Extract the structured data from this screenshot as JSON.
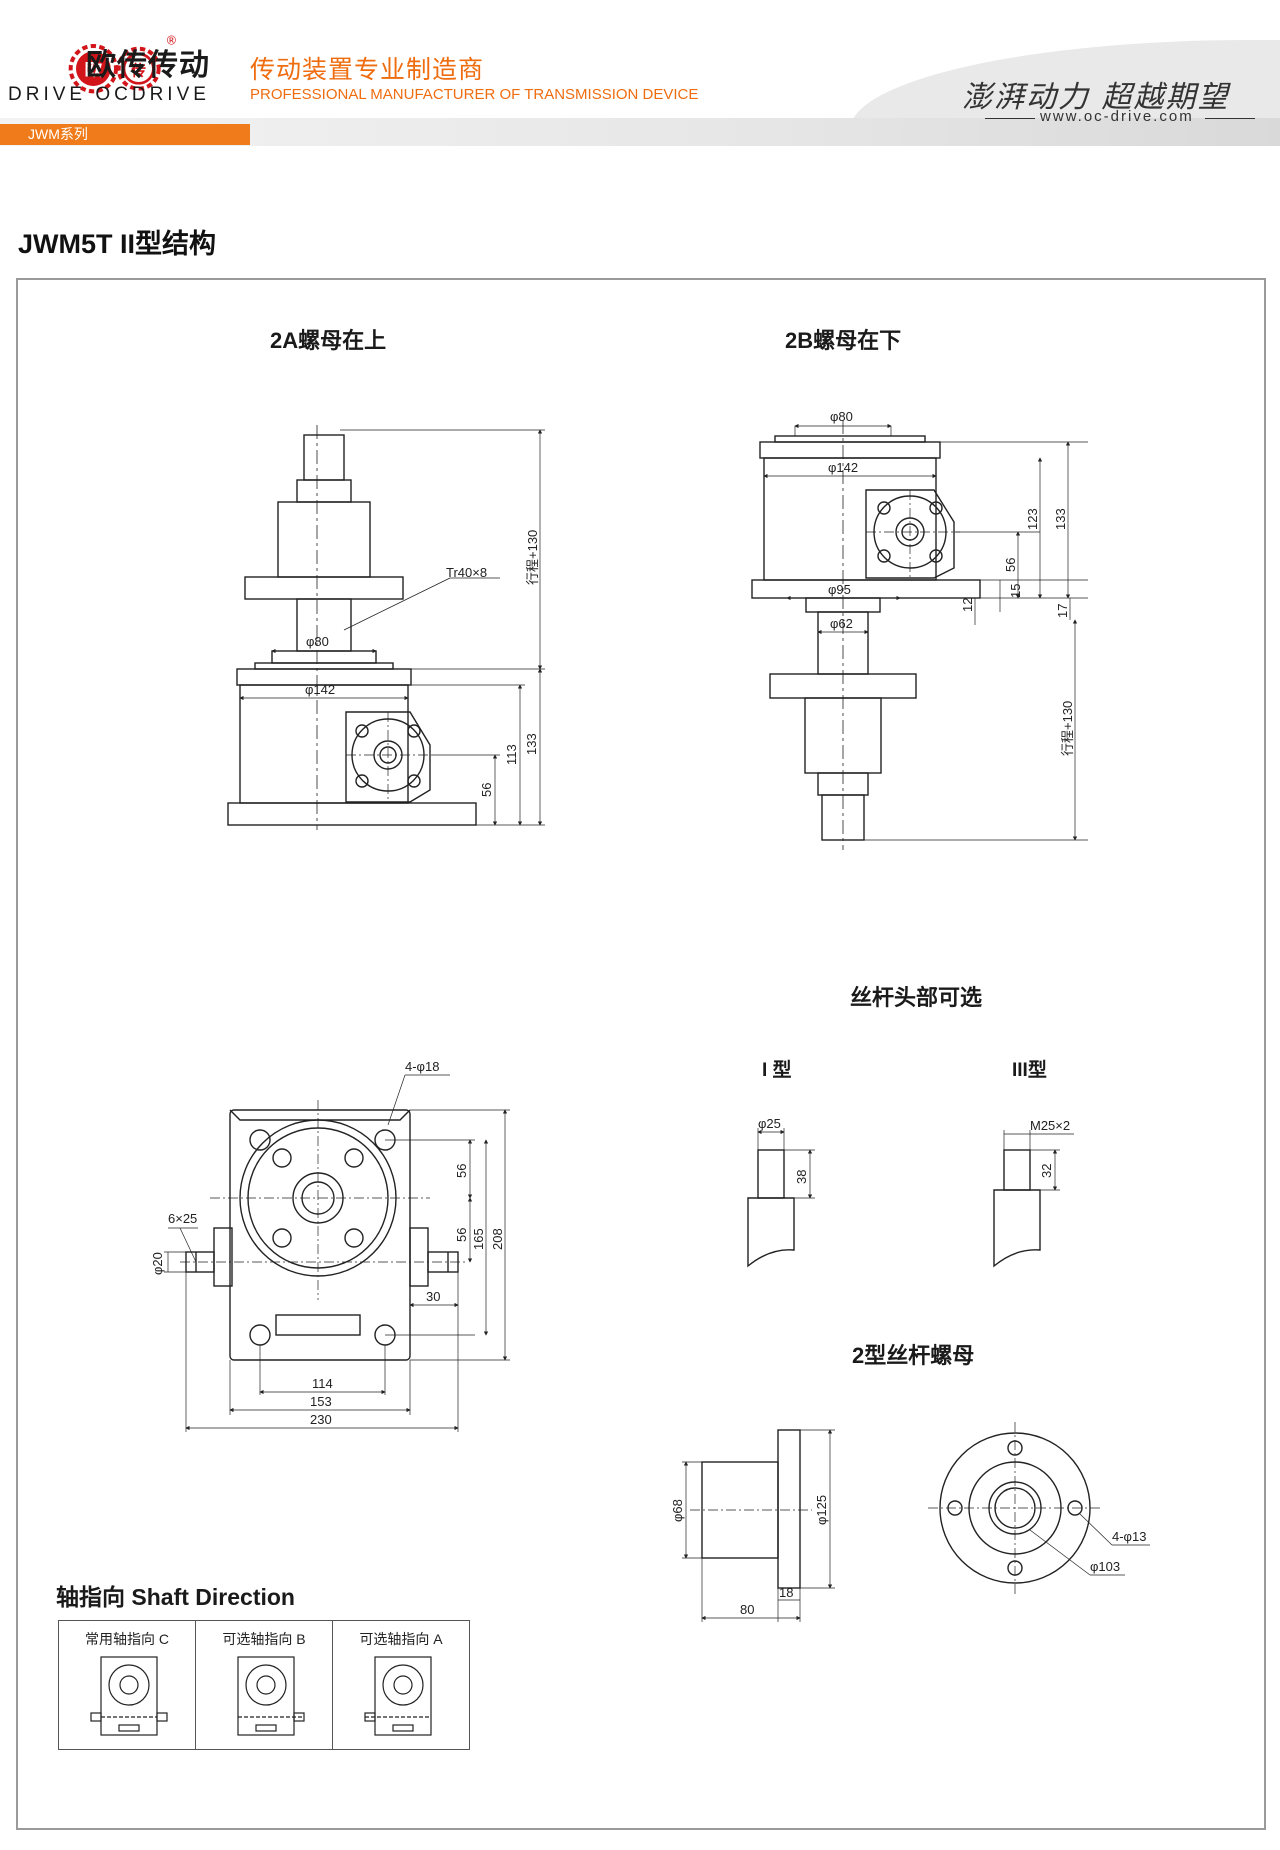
{
  "header": {
    "logo_badge_left": "欧",
    "logo_badge_right": "传",
    "brand_cn": "欧传传动",
    "brand_en": "DRIVE OCDRIVE",
    "tagline_cn": "传动装置专业制造商",
    "tagline_en": "PROFESSIONAL MANUFACTURER OF TRANSMISSION DEVICE",
    "slogan": "澎湃动力 超越期望",
    "website": "www.oc-drive.com",
    "series_tab": "JWM系列",
    "accent_color": "#ef7b1a"
  },
  "page_title": "JWM5T II型结构",
  "sections": {
    "view_2a": "2A螺母在上",
    "view_2b": "2B螺母在下",
    "screw_head": "丝杆头部可选",
    "type_i": "I 型",
    "type_iii": "III型",
    "nut_title": "2型丝杆螺母"
  },
  "dims_2a": {
    "thread": "Tr40×8",
    "d80": "φ80",
    "d142": "φ142",
    "stroke": "行程+130",
    "h133": "133",
    "h113": "113",
    "h56": "56"
  },
  "dims_2b": {
    "d80": "φ80",
    "d142": "φ142",
    "d95": "φ95",
    "d62": "φ62",
    "h123": "123",
    "h133": "133",
    "h56": "56",
    "h15": "15",
    "h17": "17",
    "h12": "12",
    "stroke": "行程+130"
  },
  "dims_plan": {
    "holes": "4-φ18",
    "key": "6×25",
    "shaft_d": "φ20",
    "h56a": "56",
    "h56b": "56",
    "h165": "165",
    "h208": "208",
    "w30": "30",
    "w114": "114",
    "w153": "153",
    "w230": "230"
  },
  "dims_heads": {
    "i_d": "φ25",
    "i_len": "38",
    "iii_thread": "M25×2",
    "iii_len": "32"
  },
  "dims_nut": {
    "d68": "φ68",
    "d125": "φ125",
    "len80": "80",
    "w18": "18",
    "holes": "4-φ13",
    "pcd": "φ103"
  },
  "shaft_direction": {
    "title": "轴指向 Shaft Direction",
    "options": [
      "常用轴指向 C",
      "可选轴指向 B",
      "可选轴指向 A"
    ]
  }
}
